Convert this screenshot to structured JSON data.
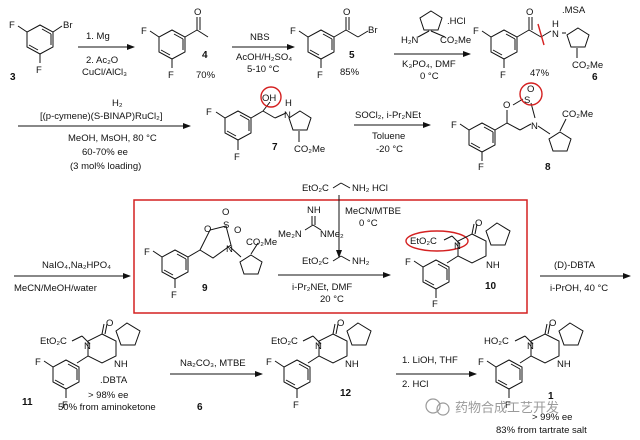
{
  "compounds": {
    "c3": {
      "num": "3",
      "br": "Br",
      "f1": "F",
      "f2": "F"
    },
    "c4": {
      "num": "4",
      "f1": "F",
      "f2": "F",
      "o": "O"
    },
    "c5": {
      "num": "5",
      "f1": "F",
      "f2": "F",
      "o": "O",
      "br": "Br"
    },
    "c6": {
      "num": "6",
      "salt": ".MSA",
      "o": "O",
      "h": "H",
      "n": "N",
      "ester": "CO₂Me",
      "f1": "F",
      "f2": "F"
    },
    "c7": {
      "num": "7",
      "oh": "OH",
      "h": "H",
      "n": "N",
      "ester": "CO₂Me",
      "f1": "F",
      "f2": "F"
    },
    "c8": {
      "num": "8",
      "o1": "O",
      "s": "S",
      "o2": "O",
      "n": "N",
      "ester": "CO₂Me",
      "f1": "F",
      "f2": "F"
    },
    "c9": {
      "num": "9",
      "o1": "O",
      "s": "S",
      "o2": "O",
      "o3": "O",
      "n": "N",
      "ester": "CO₂Me",
      "f1": "F",
      "f2": "F"
    },
    "c10": {
      "num": "10",
      "ester": "EtO₂C",
      "o": "O",
      "n": "N",
      "nh": "NH",
      "f1": "F",
      "f2": "F"
    },
    "c11": {
      "num": "11",
      "ester": "EtO₂C",
      "o": "O",
      "n": "N",
      "nh": "NH",
      "salt": ".DBTA",
      "f1": "F",
      "f2": "F"
    },
    "c12": {
      "num": "12",
      "ester": "EtO₂C",
      "o": "O",
      "n": "N",
      "nh": "NH",
      "f1": "F",
      "f2": "F"
    },
    "c1": {
      "num": "1",
      "acid": "HO₂C",
      "o": "O",
      "n": "N",
      "nh": "NH",
      "f1": "F",
      "f2": "F"
    }
  },
  "reagents": {
    "step1": [
      "1. Mg",
      "2. Ac₂O",
      "CuCl/AlCl₃"
    ],
    "step1_yield": "70%",
    "step2": [
      "NBS",
      "AcOH/H₂SO₄",
      "5-10 °C"
    ],
    "step2_yield": "85%",
    "step3_amine": {
      "h2n": "H₂N",
      "hcl": ".HCl",
      "ester": "CO₂Me"
    },
    "step3": [
      "K₃PO₄, DMF",
      "0 °C"
    ],
    "step3_yield": "47%",
    "step4": [
      "H₂",
      "[(p-cymene)(S-BINAP)RuCl₂]",
      "MeOH, MsOH, 80 °C",
      "60-70% ee",
      "(3 mol% loading)"
    ],
    "step5": [
      "SOCl₂, i-Pr₂NEt",
      "Toluene",
      "-20 °C"
    ],
    "step6_top": [
      "EtO₂C",
      "NH₂ HCl"
    ],
    "step6_guan": {
      "nh": "NH",
      "left": "Me₂N",
      "right": "NMe₂"
    },
    "step6_mid": [
      "MeCN/MTBE",
      "0 °C"
    ],
    "step6_bottom": {
      "ester": "EtO₂C",
      "nh2": "NH₂",
      "cond": [
        "i-Pr₂NEt, DMF",
        "20 °C"
      ]
    },
    "step_ox": [
      "NaIO₄,Na₂HPO₄",
      "MeCN/MeOH/water"
    ],
    "step_res": [
      "(D)-DBTA",
      "i-PrOH, 40 °C"
    ],
    "step_base": [
      "Na₂CO₃, MTBE"
    ],
    "step_hyd": [
      "1. LiOH, THF",
      "2. HCl"
    ]
  },
  "notes": {
    "ee11": "> 98% ee",
    "yield11": "50% from aminoketone",
    "yield11_ref": "6",
    "ee1": "> 99% ee",
    "yield1": "83% from tartrate salt"
  },
  "watermark": "药物合成工艺开发",
  "colors": {
    "highlight": "#d42020",
    "ink": "#111111",
    "watermark": "#9a9a9a"
  }
}
